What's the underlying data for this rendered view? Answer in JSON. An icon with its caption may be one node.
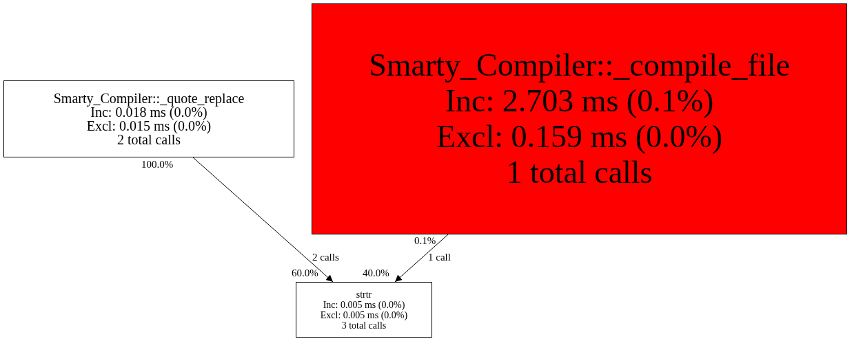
{
  "diagram": {
    "nodes": [
      {
        "text": [
          "Smarty_Compiler::_quote_replace",
          "Inc: 0.018 ms (0.0%)",
          "Excl: 0.015 ms (0.0%)",
          "2 total calls"
        ]
      },
      {
        "text": [
          "Smarty_Compiler::_compile_file",
          "Inc: 2.703 ms (0.1%)",
          "Excl: 0.159 ms (0.0%)",
          "1 total calls"
        ]
      },
      {
        "text": [
          "strtr",
          "Inc: 0.005 ms (0.0%)",
          "Excl: 0.005 ms (0.0%)",
          "3 total calls"
        ]
      }
    ],
    "edges": [
      {
        "from": 0,
        "to": 2,
        "arrow": "to",
        "label": "2 calls"
      },
      {
        "from": 1,
        "to": 2,
        "arrow": "to",
        "label": "1 call"
      }
    ],
    "labels": [
      "100.0%",
      "0.1%",
      "60.0%",
      "40.0%"
    ]
  }
}
